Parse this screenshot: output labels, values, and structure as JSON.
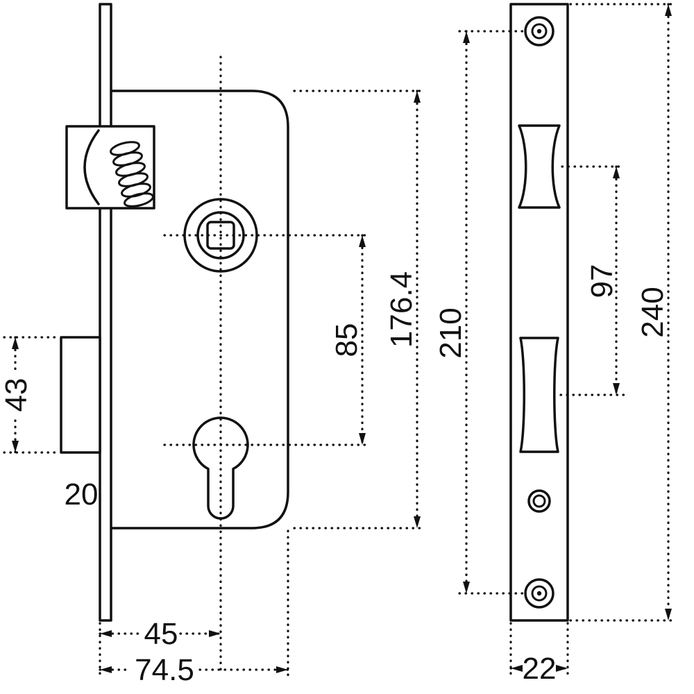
{
  "drawing": {
    "front_view": {
      "dimensions": {
        "spindle_to_cylinder": "85",
        "body_height": "176.4",
        "screw_hole_spacing": "210",
        "deadbolt_face_height": "43",
        "deadbolt_throw": "20",
        "backset": "45",
        "body_depth": "74.5"
      }
    },
    "side_view": {
      "dimensions": {
        "latch_to_deadbolt": "97",
        "faceplate_length": "240",
        "faceplate_width": "22"
      }
    }
  }
}
